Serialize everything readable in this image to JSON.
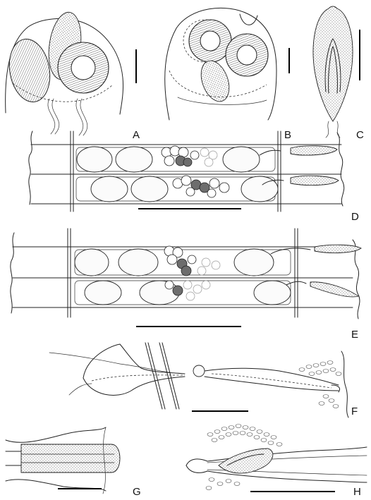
{
  "figure": {
    "panel_labels": [
      "A",
      "B",
      "C",
      "D",
      "E",
      "F",
      "G",
      "H"
    ]
  }
}
